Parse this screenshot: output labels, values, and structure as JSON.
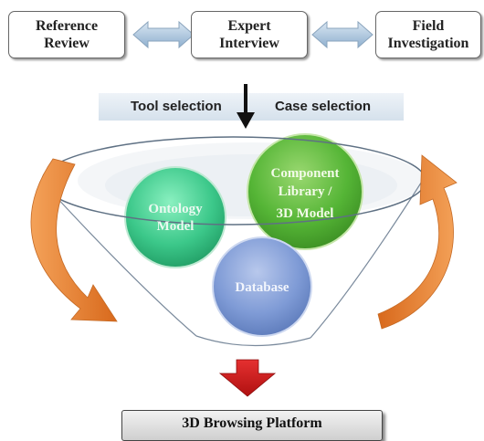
{
  "sources": [
    {
      "line1": "Reference",
      "line2": "Review"
    },
    {
      "line1": "Expert",
      "line2": "Interview"
    },
    {
      "line1": "Field",
      "line2": "Investigation"
    }
  ],
  "selection": {
    "tool": "Tool selection",
    "case": "Case selection"
  },
  "circles": {
    "ontology": {
      "line1": "Ontology",
      "line2": "Model",
      "color": "#3cc88a"
    },
    "component": {
      "line1": "Component",
      "line2": "Library /",
      "line3": "3D Model",
      "color": "#55b536"
    },
    "database": {
      "label": "Database",
      "color": "#6f8fcf"
    }
  },
  "output": {
    "label": "3D Browsing Platform"
  },
  "colors": {
    "cycle_arrows": "#e07a2a",
    "down_arrow": "#cc1a1a",
    "double_arrows": "#a9c2da"
  }
}
